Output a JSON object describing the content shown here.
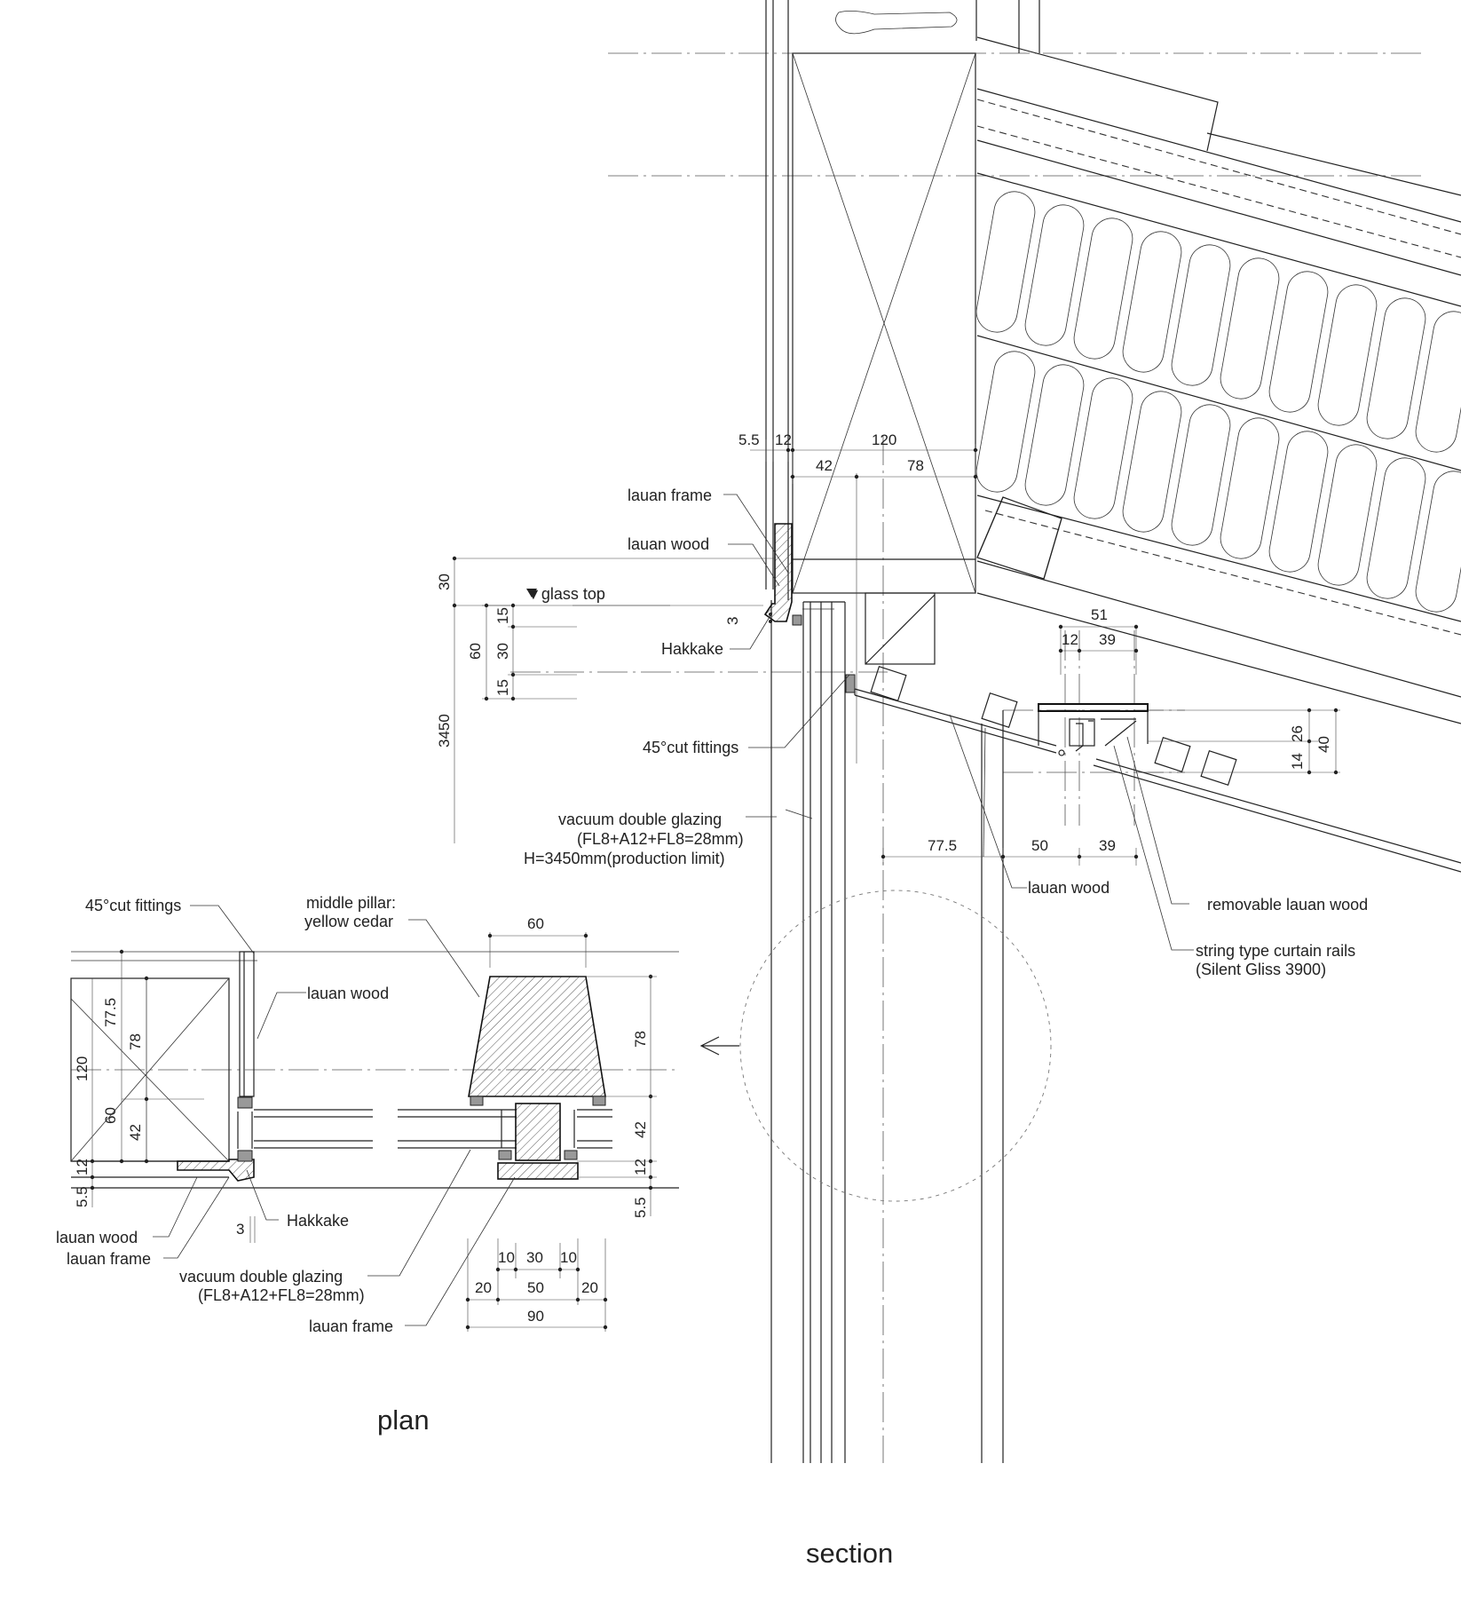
{
  "titles": {
    "plan": "plan",
    "section": "section"
  },
  "section": {
    "labels": {
      "lauan_frame": "lauan frame",
      "lauan_wood": "lauan wood",
      "glass_top": "▼glass top",
      "hakkake": "Hakkake",
      "cut_fittings": "45°cut fittings",
      "glazing_line1": "vacuum double glazing",
      "glazing_line2": "(FL8+A12+FL8=28mm)",
      "glazing_line3": "H=3450mm(production limit)",
      "lauan_wood_lower": "lauan wood",
      "removable_lauan_wood": "removable lauan wood",
      "curtain_rails_line1": "string type curtain rails",
      "curtain_rails_line2": "(Silent Gliss 3900)"
    },
    "dimensions": {
      "d5_5": "5.5",
      "d12": "12",
      "d120": "120",
      "d42": "42",
      "d78": "78",
      "d30_top": "30",
      "d3450": "3450",
      "d60": "60",
      "d15_a": "15",
      "d30_mid": "30",
      "d15_b": "15",
      "d3": "3",
      "d51": "51",
      "d12_rail": "12",
      "d39_rail": "39",
      "d26": "26",
      "d40": "40",
      "d14": "14",
      "d77_5": "77.5",
      "d50": "50",
      "d39_bottom": "39"
    }
  },
  "plan": {
    "labels": {
      "cut_fittings": "45°cut fittings",
      "middle_pillar_line1": "middle pillar:",
      "middle_pillar_line2": "yellow cedar",
      "lauan_wood": "lauan wood",
      "hakkake": "Hakkake",
      "lauan_wood_lower": "lauan wood",
      "lauan_frame_lower": "lauan frame",
      "glazing_line1": "vacuum double glazing",
      "glazing_line2": "(FL8+A12+FL8=28mm)",
      "lauan_frame_bottom": "lauan frame"
    },
    "dimensions": {
      "d60_top": "60",
      "d77_5": "77.5",
      "d78_left": "78",
      "d120": "120",
      "d60_left": "60",
      "d42_left": "42",
      "d12_left": "12",
      "d5_5_left": "5.5",
      "d3": "3",
      "d78_right": "78",
      "d42_right": "42",
      "d12_right": "12",
      "d5_5_right": "5.5",
      "d10_a": "10",
      "d30": "30",
      "d10_b": "10",
      "d20_a": "20",
      "d50": "50",
      "d20_b": "20",
      "d90": "90"
    }
  }
}
